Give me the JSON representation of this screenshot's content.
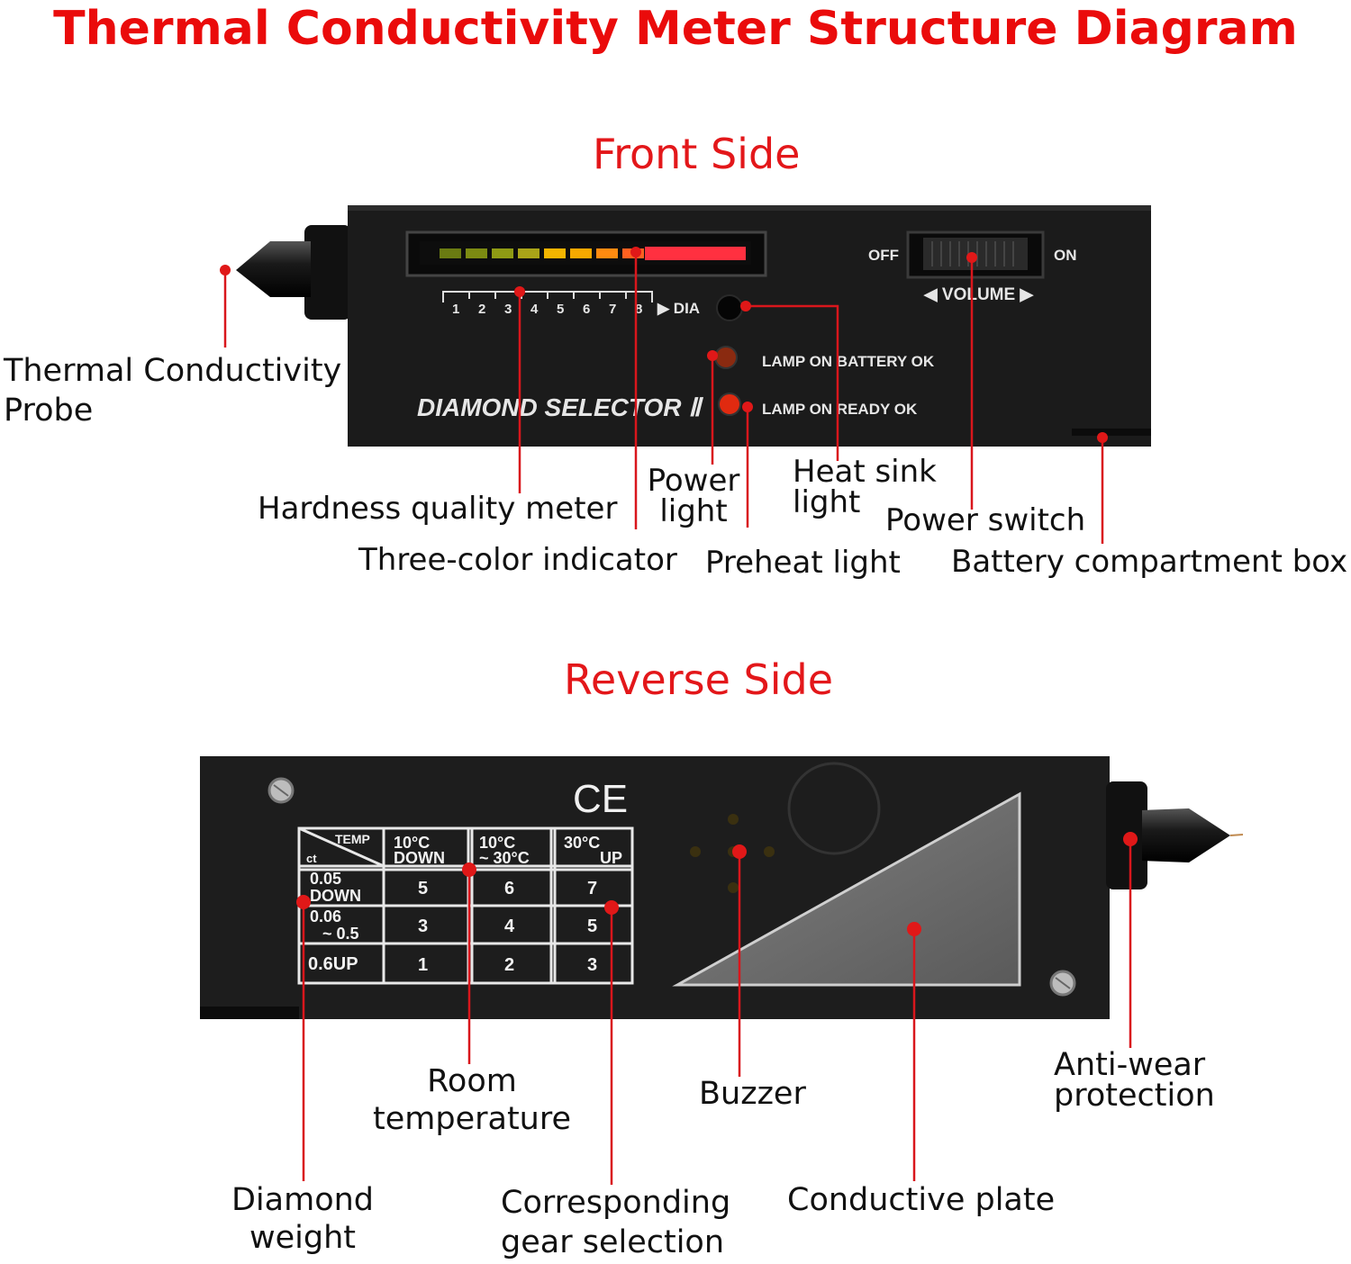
{
  "title": "Thermal Conductivity Meter Structure Diagram",
  "front": {
    "heading": "Front Side",
    "device": {
      "scale_numbers": [
        "1",
        "2",
        "3",
        "4",
        "5",
        "6",
        "7",
        "8"
      ],
      "scale_suffix": "▶ DIA",
      "switch_off": "OFF",
      "switch_on": "ON",
      "volume": "◀ VOLUME ▶",
      "lamp_battery": "LAMP ON BATTERY OK",
      "lamp_ready": "LAMP ON READY OK",
      "brand": "DIAMOND SELECTOR Ⅱ"
    },
    "labels": {
      "probe": [
        "Thermal Conductivity",
        "Probe"
      ],
      "hardness": "Hardness quality meter",
      "three_color": "Three-color indicator",
      "power_light": [
        "Power",
        "light"
      ],
      "preheat": "Preheat light",
      "heat_sink": [
        "Heat sink",
        "light"
      ],
      "power_switch": "Power switch",
      "battery": "Battery compartment box"
    }
  },
  "reverse": {
    "heading": "Reverse Side",
    "device": {
      "ce_mark": "CE",
      "table": {
        "corner_temp": "TEMP",
        "corner_ct": "ct",
        "columns": [
          [
            "10°C",
            "DOWN"
          ],
          [
            "10°C",
            "~ 30°C"
          ],
          [
            "30°C",
            "UP"
          ]
        ],
        "rows": [
          {
            "label": [
              "0.05",
              "DOWN"
            ],
            "values": [
              "5",
              "6",
              "7"
            ]
          },
          {
            "label": [
              "0.06",
              "~ 0.5"
            ],
            "values": [
              "3",
              "4",
              "5"
            ]
          },
          {
            "label": [
              "0.6UP"
            ],
            "values": [
              "1",
              "2",
              "3"
            ]
          }
        ]
      }
    },
    "labels": {
      "diamond_weight": [
        "Diamond",
        "weight"
      ],
      "room_temp": [
        "Room",
        "temperature"
      ],
      "gear": [
        "Corresponding",
        "gear selection"
      ],
      "buzzer": "Buzzer",
      "plate": "Conductive plate",
      "anti_wear": [
        "Anti-wear",
        "protection"
      ]
    }
  },
  "colors": {
    "title_red": "#ea0b0b",
    "leader_red": "#d9161c",
    "device_body": "#1b1b1b"
  }
}
